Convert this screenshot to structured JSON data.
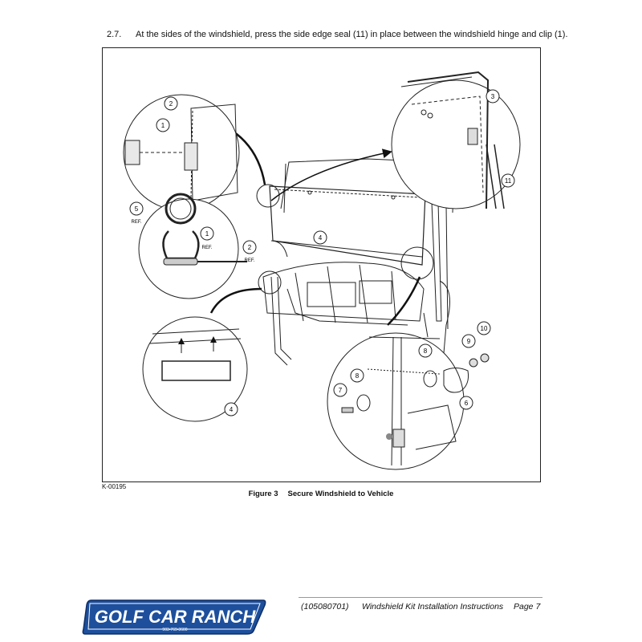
{
  "step": {
    "number": "2.7.",
    "text": "At the sides of the windshield, press the side edge seal (11) in place between the windshield hinge and clip (1)."
  },
  "figure": {
    "id": "K-00195",
    "caption_label": "Figure 3",
    "caption_title": "Secure Windshield to Vehicle",
    "callouts": [
      "1",
      "2",
      "3",
      "4",
      "5",
      "6",
      "7",
      "8",
      "9",
      "10",
      "11"
    ],
    "ref_label": "REF."
  },
  "footer": {
    "logo_text": "GOLF CAR RANCH",
    "logo_phone": "903-769-3600",
    "doc_number": "(105080701)",
    "doc_title": "Windshield Kit Installation Instructions",
    "page": "Page 7"
  },
  "colors": {
    "logo_blue": "#1d4f9c",
    "logo_dark": "#0f2f66",
    "line": "#222222"
  }
}
